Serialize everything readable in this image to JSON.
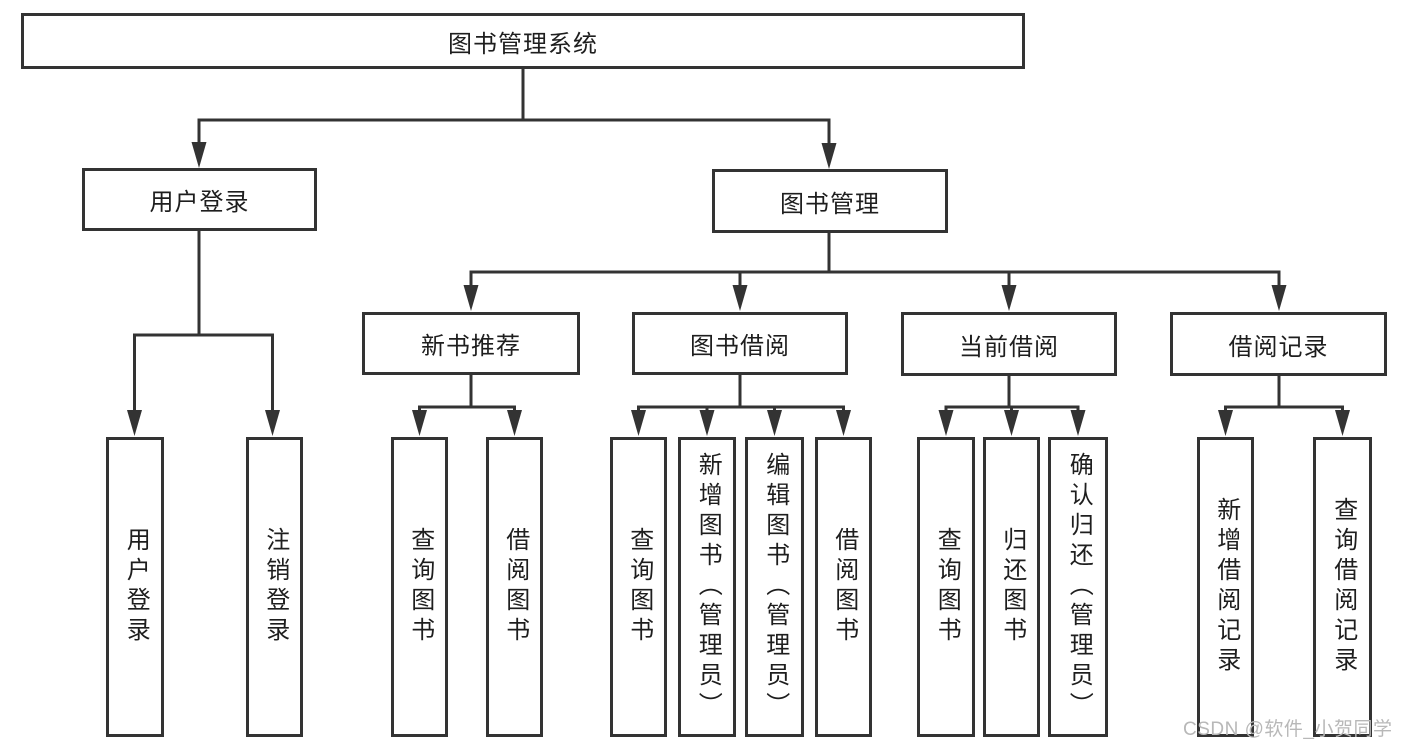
{
  "title": "图书管理系统",
  "watermark": "CSDN @软件_小贺同学",
  "colors": {
    "line": "#333333",
    "box_background": "#ffffff",
    "text": "#1e1e1e",
    "watermark": "#b8b8b8"
  },
  "tree": {
    "label": "图书管理系统",
    "children": [
      {
        "label": "用户登录",
        "children": [
          {
            "label": "用户登录"
          },
          {
            "label": "注销登录"
          }
        ]
      },
      {
        "label": "图书管理",
        "children": [
          {
            "label": "新书推荐",
            "children": [
              {
                "label": "查询图书"
              },
              {
                "label": "借阅图书"
              }
            ]
          },
          {
            "label": "图书借阅",
            "children": [
              {
                "label": "查询图书"
              },
              {
                "label": "新增图书（管理员）"
              },
              {
                "label": "编辑图书（管理员）"
              },
              {
                "label": "借阅图书"
              }
            ]
          },
          {
            "label": "当前借阅",
            "children": [
              {
                "label": "查询图书"
              },
              {
                "label": "归还图书"
              },
              {
                "label": "确认归还（管理员）"
              }
            ]
          },
          {
            "label": "借阅记录",
            "children": [
              {
                "label": "新增借阅记录"
              },
              {
                "label": "查询借阅记录"
              }
            ]
          }
        ]
      }
    ]
  }
}
